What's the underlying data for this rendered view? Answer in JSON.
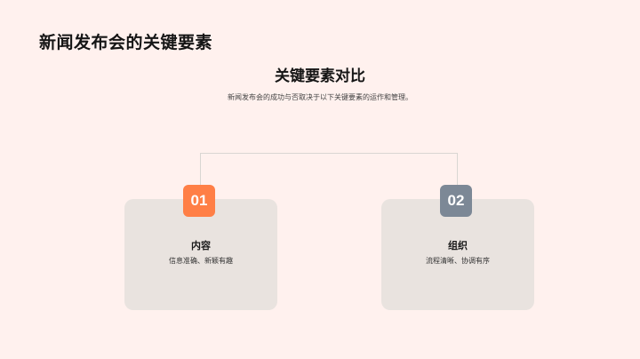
{
  "slide": {
    "title": "新闻发布会的关键要素",
    "section_title": "关键要素对比",
    "subtitle": "新闻发布会的成功与否取决于以下关键要素的运作和管理。",
    "colors": {
      "background": "#fff1ee",
      "card_background": "#e9e3df",
      "connector": "#d9d6d2",
      "badge_1": "#ff7f46",
      "badge_2": "#7c8896"
    },
    "cards": [
      {
        "number": "01",
        "title": "内容",
        "description": "信息准确、新颖有趣"
      },
      {
        "number": "02",
        "title": "组织",
        "description": "流程清晰、协调有序"
      }
    ]
  }
}
